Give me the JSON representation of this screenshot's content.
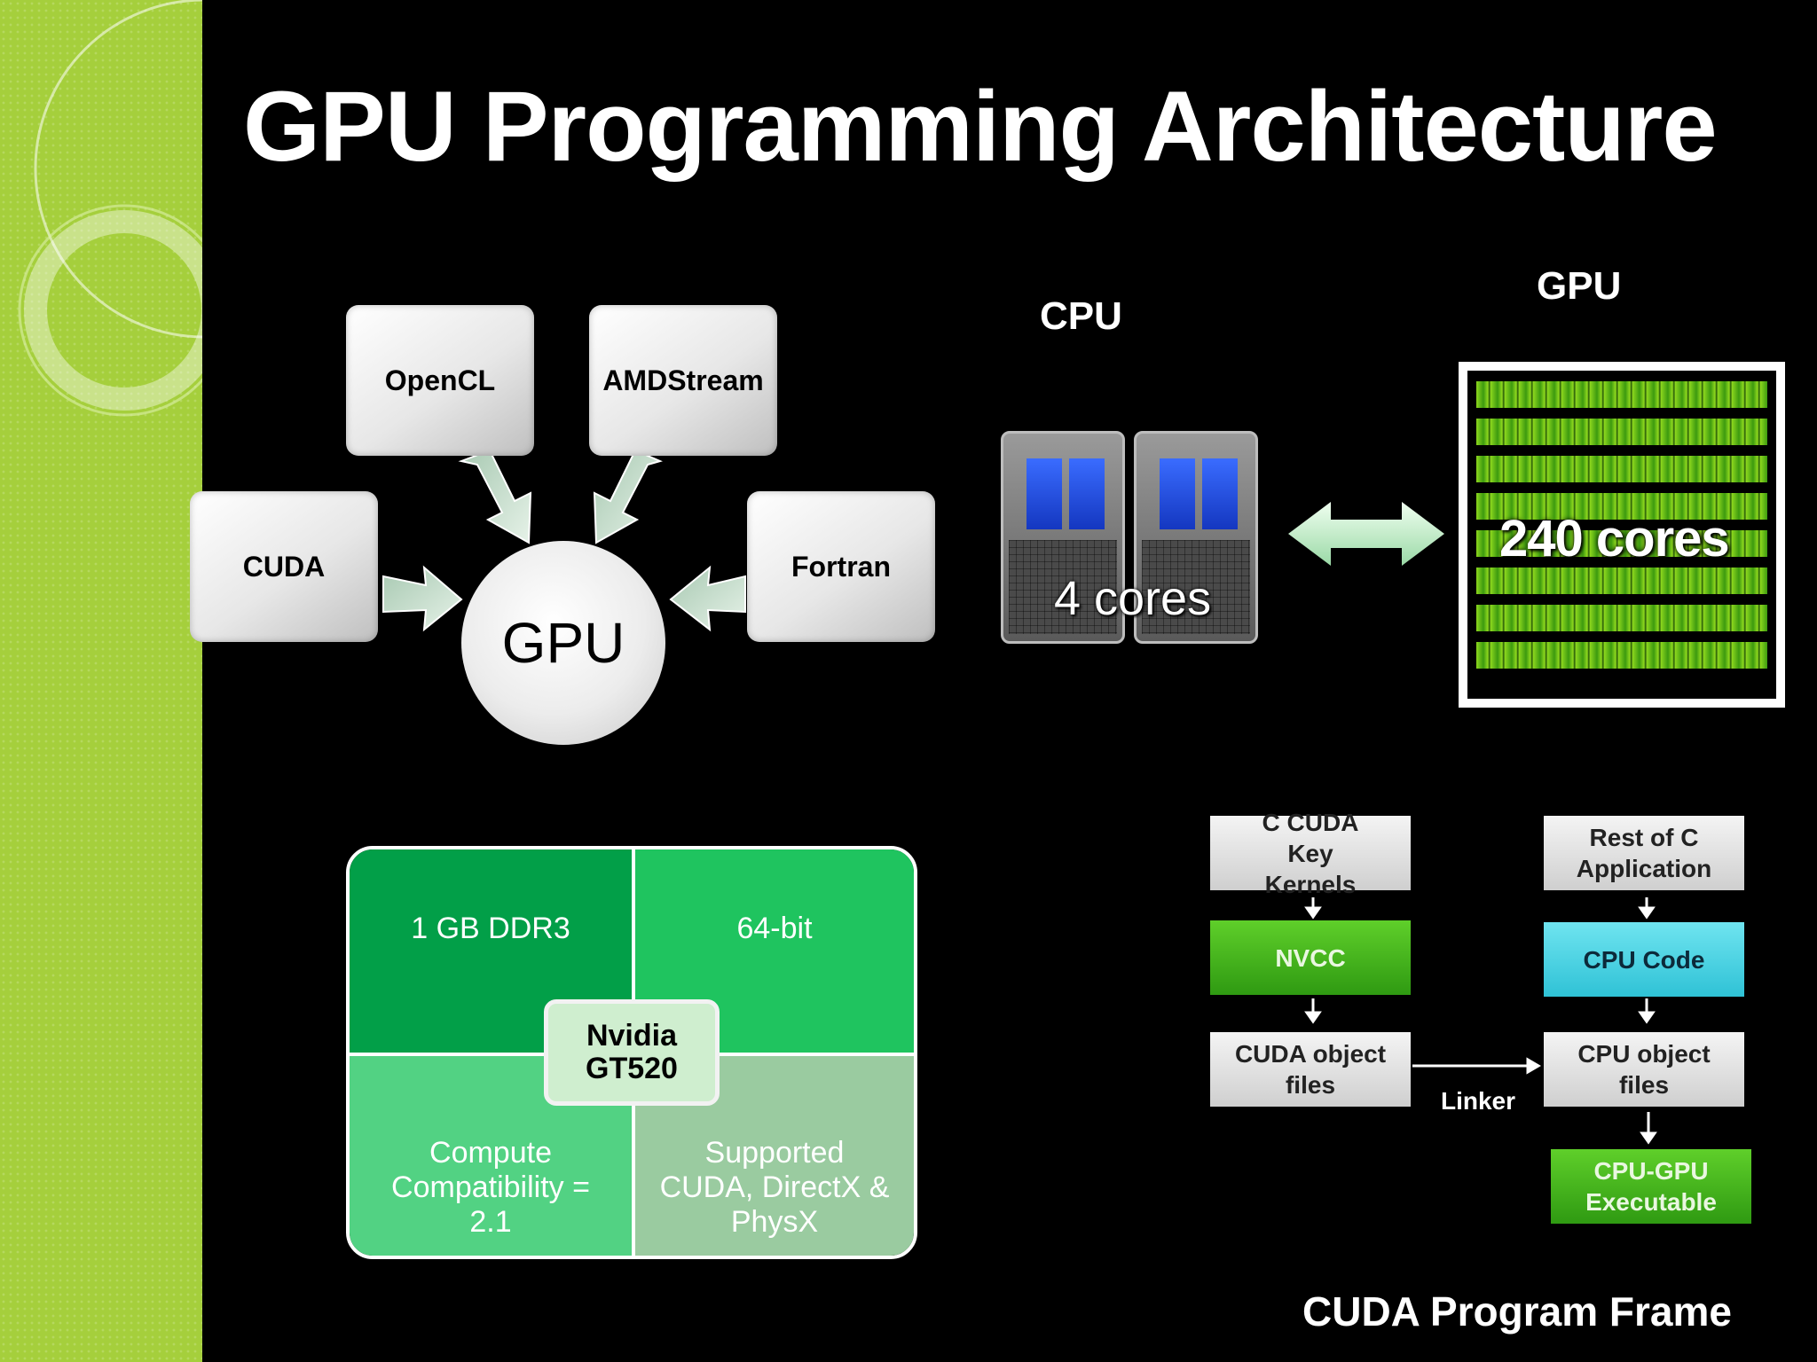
{
  "slide": {
    "title": "GPU Programming Architecture",
    "caption": "CUDA Program Frame",
    "sidebar_color": "#a5cf3c"
  },
  "languages_diagram": {
    "center": "GPU",
    "inputs": [
      "OpenCL",
      "AMDStream",
      "CUDA",
      "Fortran"
    ]
  },
  "cpu_vs_gpu": {
    "cpu_label": "CPU",
    "gpu_label": "GPU",
    "cpu_cores": "4 cores",
    "gpu_cores": "240 cores",
    "cpu_color": "#2a55e8",
    "gpu_color": "#7fd11b"
  },
  "card_specs": {
    "center": "Nvidia GT520",
    "center_line1": "Nvidia",
    "center_line2": "GT520",
    "memory": "1 GB DDR3",
    "bus": "64-bit",
    "compute": "Compute Compatibility = 2.1",
    "support": "Supported CUDA, DirectX & PhysX"
  },
  "cuda_flow": {
    "kernels": "C CUDA Key Kernels",
    "nvcc": "NVCC",
    "cuda_objects": "CUDA object files",
    "rest_app": "Rest of C Application",
    "cpu_code": "CPU Code",
    "cpu_objects": "CPU object files",
    "executable": "CPU-GPU Executable",
    "linker": "Linker"
  }
}
